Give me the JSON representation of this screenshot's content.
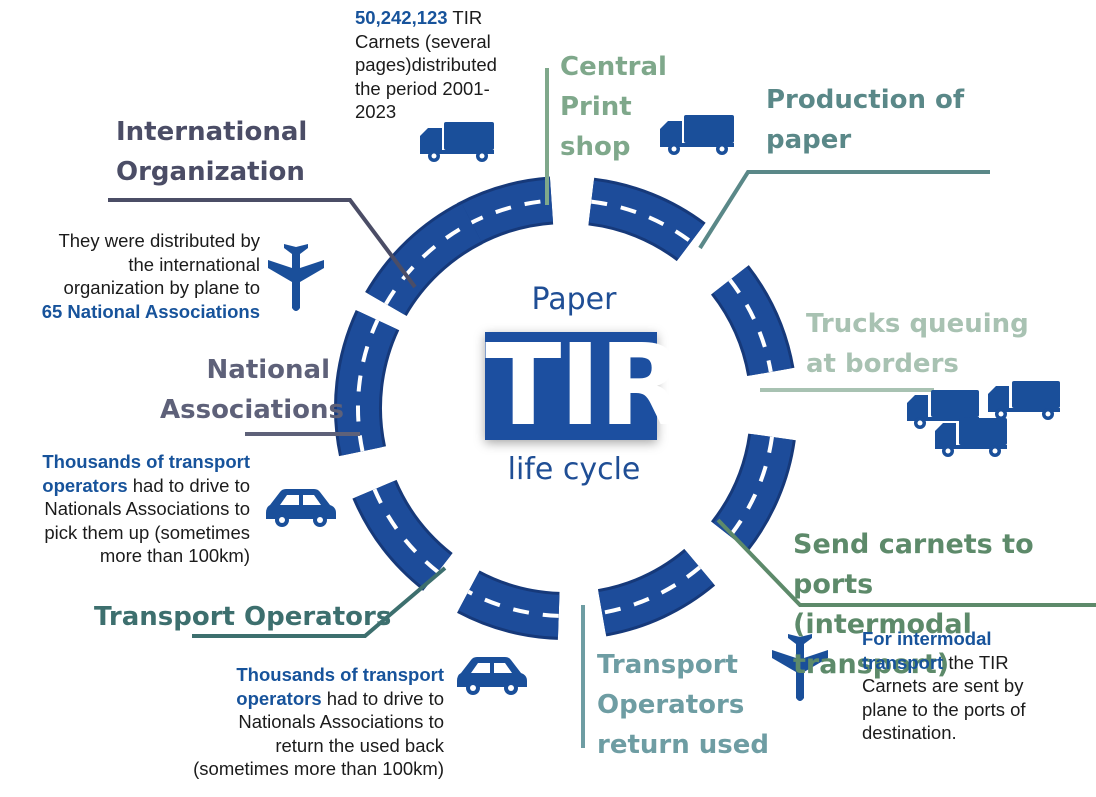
{
  "center": {
    "top": "Paper",
    "main": "TIR",
    "bottom": "life cycle"
  },
  "stages": {
    "international_organization": [
      "International",
      "Organization"
    ],
    "national_associations": [
      "National",
      "Associations"
    ],
    "central_print_shop": [
      "Central",
      "Print",
      "shop"
    ],
    "production_of_paper": [
      "Production of",
      "paper"
    ],
    "trucks_queuing": [
      "Trucks queuing",
      "at borders"
    ],
    "send_carnets": [
      "Send carnets to ports",
      "(intermodal transport)"
    ],
    "transport_operators_return": [
      "Transport",
      "Operators",
      "return used"
    ],
    "transport_operators": "Transport Operators"
  },
  "notes": {
    "distributed": {
      "number": "50,242,123",
      "line1_rest": " TIR",
      "line2": "Carnets (several",
      "line3": "pages)distributed",
      "line4": "the period 2001-",
      "line5": "2023"
    },
    "plane_distribution": {
      "line1": "They were distributed by",
      "line2": "the international",
      "line3": "organization by plane to",
      "line4_bold": "65 National Associations"
    },
    "pickup": {
      "bold1": "Thousands of transport",
      "bold2": "operators",
      "rest2": " had to drive to",
      "line3": "Nationals Associations to",
      "line4": "pick them up (sometimes",
      "line5": "more than 100km)"
    },
    "return": {
      "bold1": "Thousands of transport",
      "bold2": "operators",
      "rest2": " had to drive to",
      "line3": "Nationals Associations to",
      "line4": "return the used back",
      "line5": "(sometimes more than 100km)"
    },
    "intermodal": {
      "bold1": "For intermodal",
      "bold2": "transport",
      "rest2": " the TIR",
      "line3": "Carnets are sent by",
      "line4": "plane to the ports of",
      "line5": "destination."
    }
  },
  "icons": [
    "truck-icon",
    "truck-icon",
    "plane-icon",
    "trucks-queue-icon",
    "car-icon",
    "car-icon",
    "plane-icon"
  ],
  "colors": {
    "road": "#1d4c9a",
    "road_edge": "#16397a",
    "dash": "#ffffff",
    "tir_box": "#1c4fa0",
    "icon": "#1a4f9a"
  }
}
